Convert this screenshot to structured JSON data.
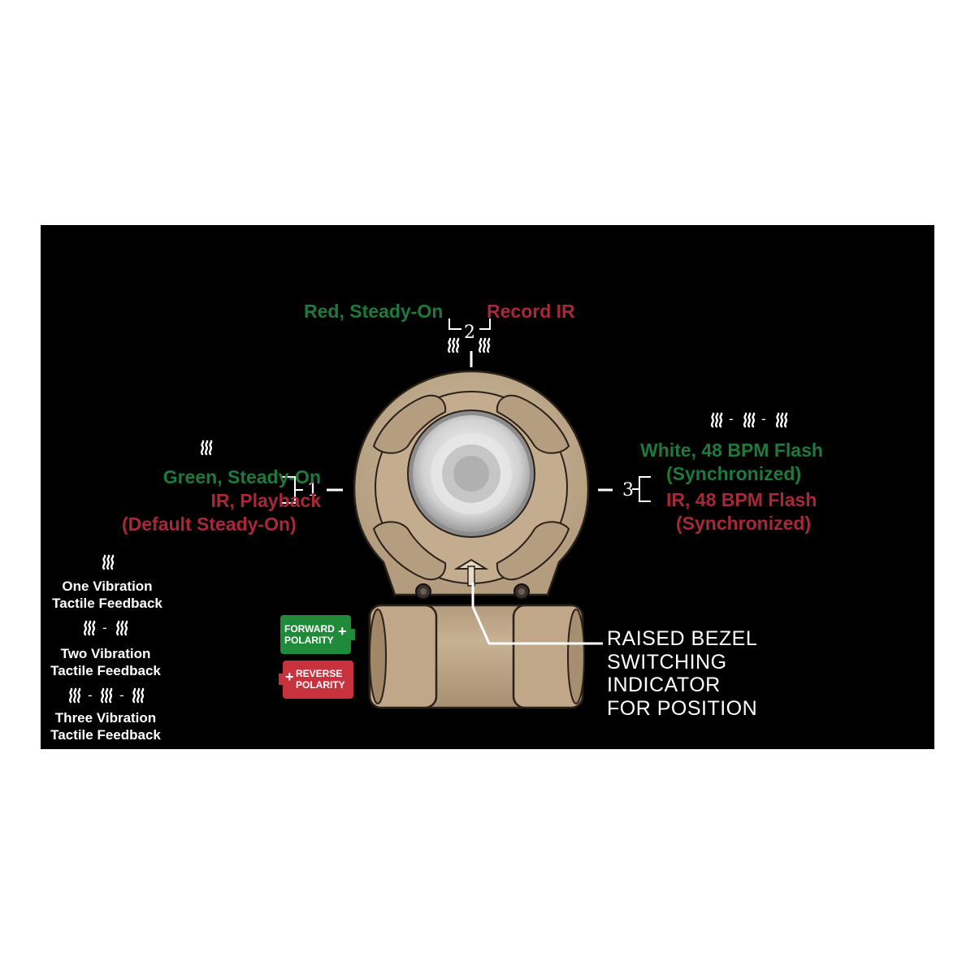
{
  "positions": {
    "pos1": {
      "number": "1",
      "lines": [
        "Green, Steady-On",
        "IR, Playback",
        "(Default Steady-On)"
      ],
      "colors": [
        "#1e7a3c",
        "#a8283a",
        "#a8283a"
      ],
      "vibration_count": 1
    },
    "pos2": {
      "number": "2",
      "left_label": "Red, Steady-On",
      "right_label": "Record IR",
      "left_color": "#1e7a3c",
      "right_color": "#a8283a",
      "vibration_pattern": "2"
    },
    "pos3": {
      "number": "3",
      "lines": [
        "White, 48 BPM Flash",
        "(Synchronized)",
        "IR, 48 BPM Flash",
        "(Synchronized)"
      ],
      "colors": [
        "#1e7a3c",
        "#1e7a3c",
        "#a8283a",
        "#a8283a"
      ],
      "vibration_count": 3
    }
  },
  "legend": {
    "one": [
      "One Vibration",
      "Tactile Feedback"
    ],
    "two": [
      "Two Vibration",
      "Tactile Feedback"
    ],
    "three": [
      "Three Vibration",
      "Tactile Feedback"
    ],
    "separator": "-"
  },
  "polarity": {
    "forward": {
      "line1": "FORWARD",
      "line2": "POLARITY",
      "sign": "+",
      "color": "#1f8a3a"
    },
    "reverse": {
      "line1": "REVERSE",
      "line2": "POLARITY",
      "sign": "+",
      "color": "#c8323f"
    }
  },
  "callout": {
    "lines": [
      "RAISED BEZEL",
      "SWITCHING",
      "INDICATOR",
      "FOR POSITION"
    ]
  },
  "colors": {
    "background": "#000000",
    "device_body": "#c2ab8d",
    "device_shadow": "#7a6550",
    "lens": "#d5d5d5"
  },
  "icons": {
    "vibration": "vibration-icon"
  }
}
